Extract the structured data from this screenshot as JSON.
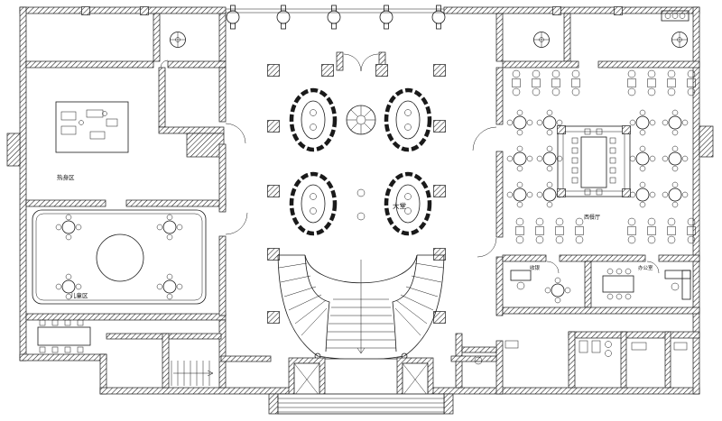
{
  "floor_plan": {
    "labels": {
      "warmup_area": "热身区",
      "children_area": "儿童区",
      "lobby": "大堂",
      "restaurant": "西餐厅",
      "cashier": "收银",
      "office": "办公室"
    },
    "colors": {
      "ink": "#1a1a1a",
      "paper": "#ffffff"
    },
    "symbols": {
      "column": "hatched-square",
      "elevator": "crossed-box",
      "stairs": "parallel-lines",
      "sofa": "segmented-oval",
      "dining_table": "circle-with-four-chairs"
    }
  }
}
